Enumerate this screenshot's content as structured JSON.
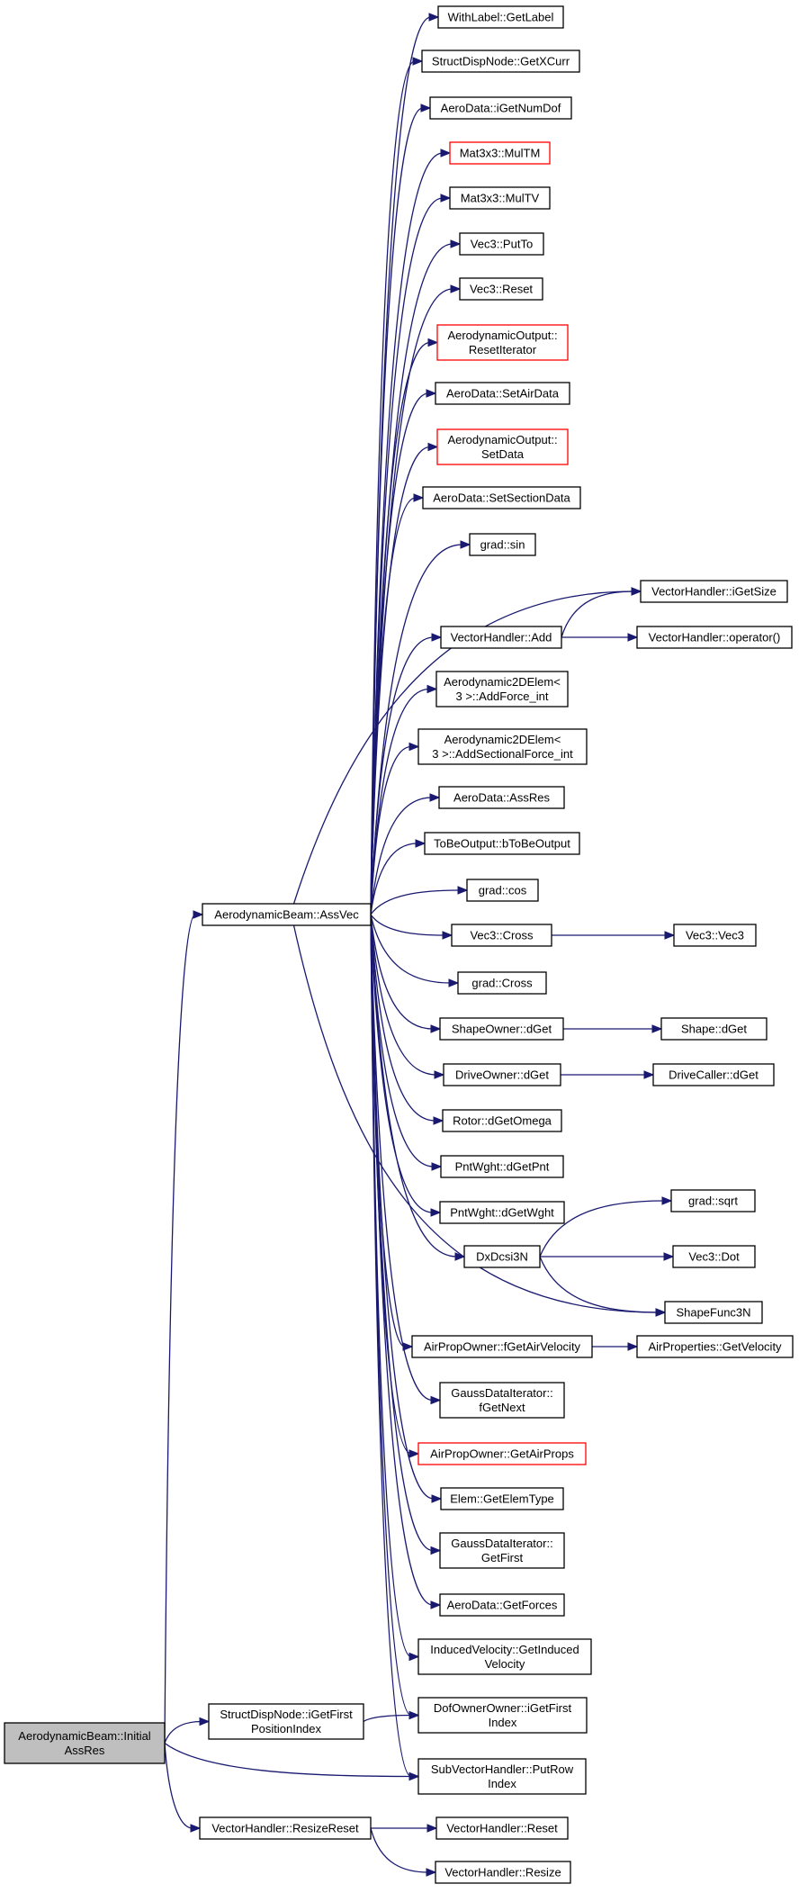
{
  "graph": {
    "nodes": [
      {
        "id": "root",
        "lines": [
          "AerodynamicBeam::Initial",
          "AssRes"
        ],
        "root": true
      },
      {
        "id": "assvec",
        "lines": [
          "AerodynamicBeam::AssVec"
        ]
      },
      {
        "id": "getlabel",
        "lines": [
          "WithLabel::GetLabel"
        ]
      },
      {
        "id": "getxcurr",
        "lines": [
          "StructDispNode::GetXCurr"
        ]
      },
      {
        "id": "igetnumdof",
        "lines": [
          "AeroData::iGetNumDof"
        ]
      },
      {
        "id": "multm",
        "lines": [
          "Mat3x3::MulTM"
        ],
        "red": true
      },
      {
        "id": "multv",
        "lines": [
          "Mat3x3::MulTV"
        ]
      },
      {
        "id": "putto",
        "lines": [
          "Vec3::PutTo"
        ]
      },
      {
        "id": "vreset",
        "lines": [
          "Vec3::Reset"
        ]
      },
      {
        "id": "resetiter",
        "lines": [
          "AerodynamicOutput::",
          "ResetIterator"
        ],
        "red": true
      },
      {
        "id": "setairdata",
        "lines": [
          "AeroData::SetAirData"
        ]
      },
      {
        "id": "setdata",
        "lines": [
          "AerodynamicOutput::",
          "SetData"
        ],
        "red": true
      },
      {
        "id": "setsection",
        "lines": [
          "AeroData::SetSectionData"
        ]
      },
      {
        "id": "gsin",
        "lines": [
          "grad::sin"
        ]
      },
      {
        "id": "igetsize",
        "lines": [
          "VectorHandler::iGetSize"
        ]
      },
      {
        "id": "vhadd",
        "lines": [
          "VectorHandler::Add"
        ]
      },
      {
        "id": "vhop",
        "lines": [
          "VectorHandler::operator()"
        ]
      },
      {
        "id": "addforce",
        "lines": [
          "Aerodynamic2DElem<",
          "3 >::AddForce_int"
        ]
      },
      {
        "id": "addsect",
        "lines": [
          "Aerodynamic2DElem<",
          "3 >::AddSectionalForce_int"
        ]
      },
      {
        "id": "aeroassres",
        "lines": [
          "AeroData::AssRes"
        ]
      },
      {
        "id": "btobe",
        "lines": [
          "ToBeOutput::bToBeOutput"
        ]
      },
      {
        "id": "gcos",
        "lines": [
          "grad::cos"
        ]
      },
      {
        "id": "vcross",
        "lines": [
          "Vec3::Cross"
        ]
      },
      {
        "id": "vec3",
        "lines": [
          "Vec3::Vec3"
        ]
      },
      {
        "id": "gcross",
        "lines": [
          "grad::Cross"
        ]
      },
      {
        "id": "sodget",
        "lines": [
          "ShapeOwner::dGet"
        ]
      },
      {
        "id": "shdget",
        "lines": [
          "Shape::dGet"
        ]
      },
      {
        "id": "dodget",
        "lines": [
          "DriveOwner::dGet"
        ]
      },
      {
        "id": "dcdget",
        "lines": [
          "DriveCaller::dGet"
        ]
      },
      {
        "id": "omega",
        "lines": [
          "Rotor::dGetOmega"
        ]
      },
      {
        "id": "pnt",
        "lines": [
          "PntWght::dGetPnt"
        ]
      },
      {
        "id": "wght",
        "lines": [
          "PntWght::dGetWght"
        ]
      },
      {
        "id": "gsqrt",
        "lines": [
          "grad::sqrt"
        ]
      },
      {
        "id": "dxdcsi",
        "lines": [
          "DxDcsi3N"
        ]
      },
      {
        "id": "vdot",
        "lines": [
          "Vec3::Dot"
        ]
      },
      {
        "id": "shapef",
        "lines": [
          "ShapeFunc3N"
        ]
      },
      {
        "id": "fgetair",
        "lines": [
          "AirPropOwner::fGetAirVelocity"
        ]
      },
      {
        "id": "apvel",
        "lines": [
          "AirProperties::GetVelocity"
        ]
      },
      {
        "id": "fgetnext",
        "lines": [
          "GaussDataIterator::",
          "fGetNext"
        ]
      },
      {
        "id": "getairprops",
        "lines": [
          "AirPropOwner::GetAirProps"
        ],
        "red": true
      },
      {
        "id": "elemtype",
        "lines": [
          "Elem::GetElemType"
        ]
      },
      {
        "id": "getfirst",
        "lines": [
          "GaussDataIterator::",
          "GetFirst"
        ]
      },
      {
        "id": "getforces",
        "lines": [
          "AeroData::GetForces"
        ]
      },
      {
        "id": "induced",
        "lines": [
          "InducedVelocity::GetInduced",
          "Velocity"
        ]
      },
      {
        "id": "igetfirstpos",
        "lines": [
          "StructDispNode::iGetFirst",
          "PositionIndex"
        ]
      },
      {
        "id": "dofowner",
        "lines": [
          "DofOwnerOwner::iGetFirst",
          "Index"
        ]
      },
      {
        "id": "putrow",
        "lines": [
          "SubVectorHandler::PutRow",
          "Index"
        ]
      },
      {
        "id": "resizereset",
        "lines": [
          "VectorHandler::ResizeReset"
        ]
      },
      {
        "id": "vhreset",
        "lines": [
          "VectorHandler::Reset"
        ]
      },
      {
        "id": "vhresize",
        "lines": [
          "VectorHandler::Resize"
        ]
      }
    ],
    "edges": [
      [
        "root",
        "assvec"
      ],
      [
        "root",
        "igetfirstpos"
      ],
      [
        "root",
        "putrow"
      ],
      [
        "root",
        "resizereset"
      ],
      [
        "assvec",
        "getlabel"
      ],
      [
        "assvec",
        "getxcurr"
      ],
      [
        "assvec",
        "igetnumdof"
      ],
      [
        "assvec",
        "multm"
      ],
      [
        "assvec",
        "multv"
      ],
      [
        "assvec",
        "putto"
      ],
      [
        "assvec",
        "vreset"
      ],
      [
        "assvec",
        "resetiter"
      ],
      [
        "assvec",
        "setairdata"
      ],
      [
        "assvec",
        "setdata"
      ],
      [
        "assvec",
        "setsection"
      ],
      [
        "assvec",
        "gsin"
      ],
      [
        "assvec",
        "igetsize"
      ],
      [
        "assvec",
        "vhadd"
      ],
      [
        "assvec",
        "addforce"
      ],
      [
        "assvec",
        "addsect"
      ],
      [
        "assvec",
        "aeroassres"
      ],
      [
        "assvec",
        "btobe"
      ],
      [
        "assvec",
        "gcos"
      ],
      [
        "assvec",
        "vcross"
      ],
      [
        "assvec",
        "gcross"
      ],
      [
        "assvec",
        "sodget"
      ],
      [
        "assvec",
        "dodget"
      ],
      [
        "assvec",
        "omega"
      ],
      [
        "assvec",
        "pnt"
      ],
      [
        "assvec",
        "wght"
      ],
      [
        "assvec",
        "dxdcsi"
      ],
      [
        "assvec",
        "shapef"
      ],
      [
        "assvec",
        "fgetair"
      ],
      [
        "assvec",
        "fgetnext"
      ],
      [
        "assvec",
        "getairprops"
      ],
      [
        "assvec",
        "elemtype"
      ],
      [
        "assvec",
        "getfirst"
      ],
      [
        "assvec",
        "getforces"
      ],
      [
        "assvec",
        "induced"
      ],
      [
        "assvec",
        "dofowner"
      ],
      [
        "assvec",
        "putrow"
      ],
      [
        "vhadd",
        "igetsize"
      ],
      [
        "vhadd",
        "vhop"
      ],
      [
        "vcross",
        "vec3"
      ],
      [
        "sodget",
        "shdget"
      ],
      [
        "dodget",
        "dcdget"
      ],
      [
        "dxdcsi",
        "gsqrt"
      ],
      [
        "dxdcsi",
        "vdot"
      ],
      [
        "dxdcsi",
        "shapef"
      ],
      [
        "fgetair",
        "apvel"
      ],
      [
        "igetfirstpos",
        "dofowner"
      ],
      [
        "resizereset",
        "vhreset"
      ],
      [
        "resizereset",
        "vhresize"
      ]
    ]
  }
}
